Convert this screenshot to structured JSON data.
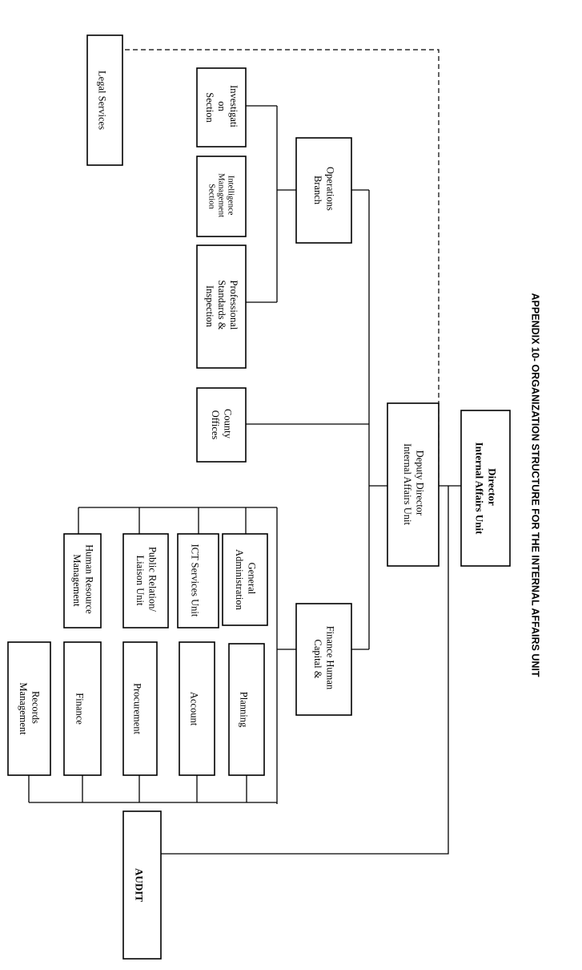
{
  "title": "APPENDIX 10- ORGANIZATION STRUCTURE FOR THE INTERNAL AFFAIRS UNIT",
  "nodes": {
    "director": [
      "Director",
      "Internal Affairs Unit"
    ],
    "deputy_director": [
      "Deputy Director",
      "Internal Affairs Unit"
    ],
    "legal_services": [
      "Legal Services"
    ],
    "operations_branch": [
      "Operations",
      "Branch"
    ],
    "investigation_section": [
      "Investigati",
      "on",
      "Section"
    ],
    "intelligence_section": [
      "Intelligence",
      "Management",
      "Section"
    ],
    "professional_standards": [
      "Professional",
      "Standards &",
      "Inspection"
    ],
    "county_offices": [
      "County",
      "Offices"
    ],
    "finance_human_capital": [
      "Finance Human",
      "Capital &"
    ],
    "general_administration": [
      "General",
      "Administration"
    ],
    "ict_services": [
      "ICT Services Unit"
    ],
    "public_relation": [
      "Public Relation/",
      "Liaison Unit"
    ],
    "human_resource": [
      "Human Resource",
      "Management"
    ],
    "planning": [
      "Planning"
    ],
    "account": [
      "Account"
    ],
    "procurement": [
      "Procurement"
    ],
    "finance": [
      "Finance"
    ],
    "records_management": [
      "Records",
      "Management"
    ],
    "audit": [
      "AUDIT"
    ]
  }
}
